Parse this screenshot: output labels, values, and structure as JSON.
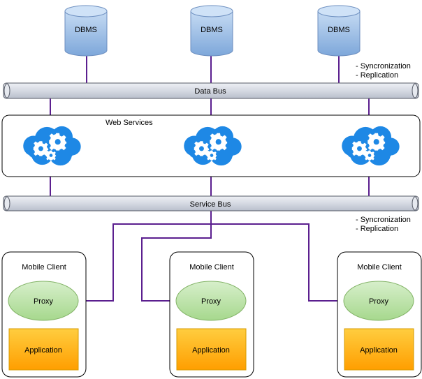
{
  "databases": [
    {
      "label": "DBMS"
    },
    {
      "label": "DBMS"
    },
    {
      "label": "DBMS"
    }
  ],
  "data_bus": {
    "label": "Data Bus",
    "notes": [
      "- Syncronization",
      "- Replication"
    ]
  },
  "web_services": {
    "label": "Web Services",
    "service_icons": [
      "cloud-gears-icon",
      "cloud-gears-icon",
      "cloud-gears-icon"
    ]
  },
  "service_bus": {
    "label": "Service Bus",
    "notes": [
      "- Syncronization",
      "- Replication"
    ]
  },
  "clients": [
    {
      "title": "Mobile Client",
      "proxy": "Proxy",
      "application": "Application"
    },
    {
      "title": "Mobile Client",
      "proxy": "Proxy",
      "application": "Application"
    },
    {
      "title": "Mobile Client",
      "proxy": "Proxy",
      "application": "Application"
    }
  ],
  "colors": {
    "connector": "#5b1f8f",
    "db_fill": "#8fb5e2",
    "bus_fill": "#d3d8e2",
    "cloud_fill": "#1e88e5",
    "proxy_fill": "#b9e0a5",
    "app_fill": "#ffb300"
  }
}
